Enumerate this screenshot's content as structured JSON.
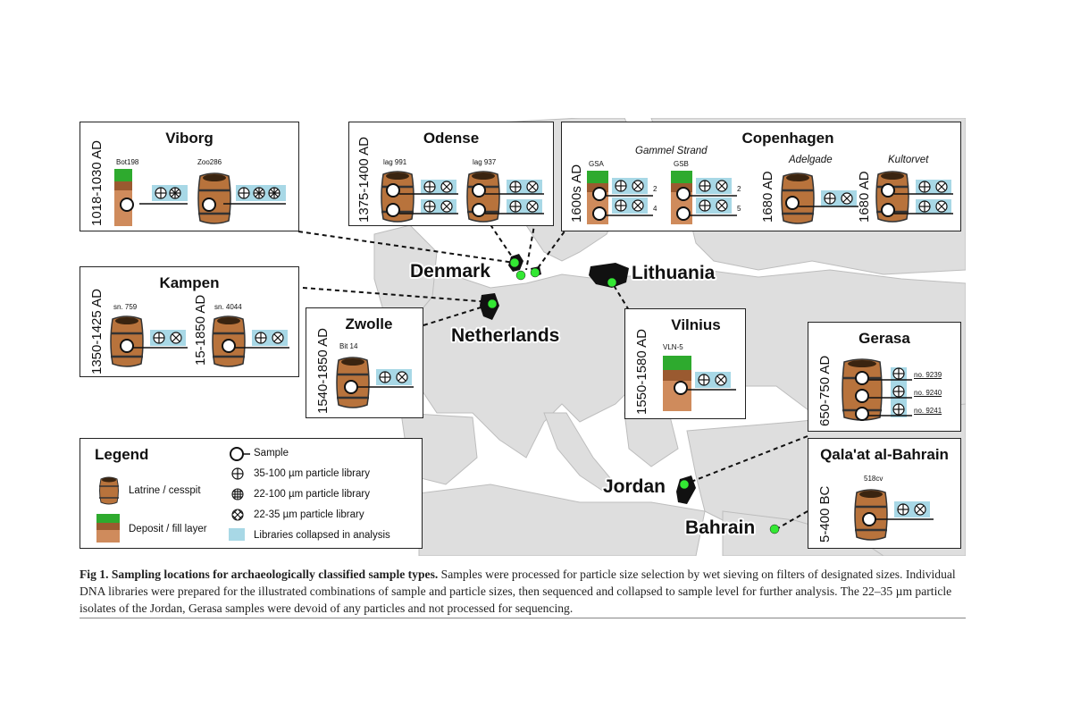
{
  "figure": {
    "panels": {
      "viborg": {
        "title": "Viborg",
        "date": "1018-1030 AD",
        "samples": [
          "Bot198",
          "Zoo286"
        ]
      },
      "odense": {
        "title": "Odense",
        "date": "1375-1400 AD",
        "samples": [
          "lag 991",
          "lag 937"
        ]
      },
      "copenhagen": {
        "title": "Copenhagen",
        "subtitles": [
          "Gammel Strand",
          "Adelgade",
          "Kultorvet"
        ],
        "dates": [
          "1600s AD",
          "1680 AD",
          "1680 AD"
        ],
        "samples": [
          "GSA",
          "GSB"
        ],
        "counts": [
          "2",
          "4",
          "2",
          "5"
        ]
      },
      "kampen": {
        "title": "Kampen",
        "dates": [
          "1350-1425 AD",
          "15-1850 AD"
        ],
        "samples": [
          "sn. 759",
          "sn. 4044"
        ]
      },
      "zwolle": {
        "title": "Zwolle",
        "date": "1540-1850 AD",
        "samples": [
          "Bit 14"
        ]
      },
      "vilnius": {
        "title": "Vilnius",
        "date": "1550-1580 AD",
        "samples": [
          "VLN-5"
        ]
      },
      "gerasa": {
        "title": "Gerasa",
        "date": "650-750 AD",
        "samples": [
          "no. 9239",
          "no. 9240",
          "no. 9241"
        ]
      },
      "bahrain_site": {
        "title": "Qala'at al-Bahrain",
        "date": "5-400 BC",
        "samples": [
          "518cv"
        ]
      }
    },
    "countries": [
      "Denmark",
      "Lithuania",
      "Netherlands",
      "Jordan",
      "Bahrain"
    ],
    "legend": {
      "title": "Legend",
      "items": [
        "Latrine / cesspit",
        "Deposit / fill layer"
      ],
      "symbols": [
        "Sample",
        "35-100 µm particle library",
        "22-100 µm particle library",
        "22-35 µm particle library",
        "Libraries collapsed in analysis"
      ]
    },
    "colors": {
      "barrel": "#b8733c",
      "deposit_green": "#2eaa2e",
      "fill_brown": "#cf8b5c",
      "collapse_blue": "#a8d8e6",
      "site_dot": "#33e833",
      "land": "#dedede",
      "sea": "#ffffff"
    }
  },
  "caption": {
    "label": "Fig 1. Sampling locations for archaeologically classified sample types.",
    "text": " Samples were processed for particle size selection by wet sieving on filters of designated sizes. Individual DNA libraries were prepared for the illustrated combinations of sample and particle sizes, then sequenced and collapsed to sample level for further analysis. The 22–35 µm particle isolates of the Jordan, Gerasa samples were devoid of any particles and not processed for sequencing."
  }
}
